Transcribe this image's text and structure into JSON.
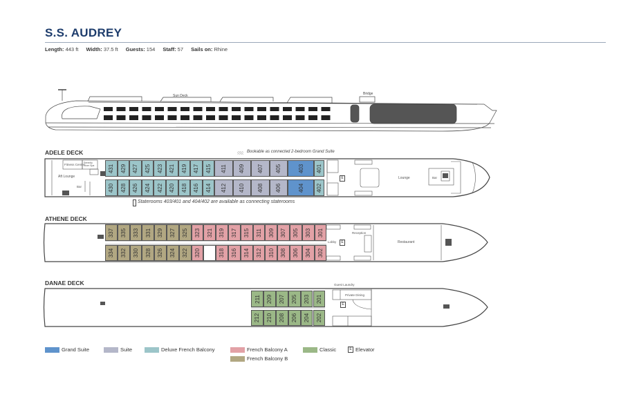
{
  "ship": {
    "name": "S.S. AUDREY",
    "specs": [
      {
        "label": "Length:",
        "value": "443 ft"
      },
      {
        "label": "Width:",
        "value": "37.5 ft"
      },
      {
        "label": "Guests:",
        "value": "154"
      },
      {
        "label": "Staff:",
        "value": "57"
      },
      {
        "label": "Sails on:",
        "value": "Rhine"
      }
    ]
  },
  "profile": {
    "sun_deck": "Sun Deck",
    "bridge": "Bridge"
  },
  "colors": {
    "grand": "#5f93cc",
    "suite": "#b4b7c9",
    "deluxe": "#9cc5c9",
    "fba": "#e2a1a6",
    "fbb": "#b1a782",
    "classic": "#9bb887"
  },
  "adele": {
    "title": "ADELE DECK",
    "bookable_note": "Bookable as connected 2-bedroom Grand Suite",
    "connecting_note": "Staterooms 403/401 and 404/402 are available as connecting staterooms",
    "rooms": {
      "fitness": "Fitness Center",
      "spa": "Serenity River Spa",
      "aft_lounge": "Aft Lounge",
      "aft_bar": "Bar",
      "lounge": "Lounge",
      "bar": "Bar",
      "elevator": "E"
    },
    "top": [
      {
        "num": "431",
        "cat": "deluxe"
      },
      {
        "num": "429",
        "cat": "deluxe"
      },
      {
        "num": "427",
        "cat": "deluxe"
      },
      {
        "num": "425",
        "cat": "deluxe"
      },
      {
        "num": "423",
        "cat": "deluxe"
      },
      {
        "num": "421",
        "cat": "deluxe"
      },
      {
        "num": "419",
        "cat": "deluxe"
      },
      {
        "num": "417",
        "cat": "deluxe"
      },
      {
        "num": "415",
        "cat": "deluxe"
      },
      {
        "num": "411",
        "cat": "suite"
      },
      {
        "num": "409",
        "cat": "suite"
      },
      {
        "num": "407",
        "cat": "suite"
      },
      {
        "num": "405",
        "cat": "suite"
      },
      {
        "num": "403",
        "cat": "grand"
      },
      {
        "num": "401",
        "cat": "deluxe"
      }
    ],
    "bottom": [
      {
        "num": "430",
        "cat": "deluxe"
      },
      {
        "num": "428",
        "cat": "deluxe"
      },
      {
        "num": "426",
        "cat": "deluxe"
      },
      {
        "num": "424",
        "cat": "deluxe"
      },
      {
        "num": "422",
        "cat": "deluxe"
      },
      {
        "num": "420",
        "cat": "deluxe"
      },
      {
        "num": "418",
        "cat": "deluxe"
      },
      {
        "num": "416",
        "cat": "deluxe"
      },
      {
        "num": "414",
        "cat": "deluxe"
      },
      {
        "num": "412",
        "cat": "suite"
      },
      {
        "num": "410",
        "cat": "suite"
      },
      {
        "num": "408",
        "cat": "suite"
      },
      {
        "num": "406",
        "cat": "suite"
      },
      {
        "num": "404",
        "cat": "grand"
      },
      {
        "num": "402",
        "cat": "deluxe"
      }
    ]
  },
  "athene": {
    "title": "ATHENE DECK",
    "rooms": {
      "lobby": "Lobby",
      "reception": "Reception",
      "restaurant": "Restaurant",
      "elevator": "E"
    },
    "top": [
      {
        "num": "337",
        "cat": "fbb"
      },
      {
        "num": "335",
        "cat": "fbb"
      },
      {
        "num": "333",
        "cat": "fbb"
      },
      {
        "num": "331",
        "cat": "fbb"
      },
      {
        "num": "329",
        "cat": "fbb"
      },
      {
        "num": "327",
        "cat": "fbb"
      },
      {
        "num": "325",
        "cat": "fbb"
      },
      {
        "num": "323",
        "cat": "fba"
      },
      {
        "num": "321",
        "cat": "fba"
      },
      {
        "num": "319",
        "cat": "fba"
      },
      {
        "num": "317",
        "cat": "fba"
      },
      {
        "num": "315",
        "cat": "fba"
      },
      {
        "num": "311",
        "cat": "fba"
      },
      {
        "num": "309",
        "cat": "fba"
      },
      {
        "num": "307",
        "cat": "fba"
      },
      {
        "num": "305",
        "cat": "fba"
      },
      {
        "num": "303",
        "cat": "fba"
      },
      {
        "num": "301",
        "cat": "fba"
      }
    ],
    "bottom": [
      {
        "num": "334",
        "cat": "fbb"
      },
      {
        "num": "332",
        "cat": "fbb"
      },
      {
        "num": "330",
        "cat": "fbb"
      },
      {
        "num": "328",
        "cat": "fbb"
      },
      {
        "num": "326",
        "cat": "fbb"
      },
      {
        "num": "324",
        "cat": "fbb"
      },
      {
        "num": "322",
        "cat": "fbb"
      },
      {
        "num": "320",
        "cat": "fba"
      },
      {
        "num": "",
        "cat": "empty"
      },
      {
        "num": "318",
        "cat": "fba"
      },
      {
        "num": "316",
        "cat": "fba"
      },
      {
        "num": "314",
        "cat": "fba"
      },
      {
        "num": "312",
        "cat": "fba"
      },
      {
        "num": "310",
        "cat": "fba"
      },
      {
        "num": "308",
        "cat": "fba"
      },
      {
        "num": "306",
        "cat": "fba"
      },
      {
        "num": "304",
        "cat": "fba"
      },
      {
        "num": "302",
        "cat": "fba"
      }
    ]
  },
  "danae": {
    "title": "DANAE DECK",
    "rooms": {
      "laundry": "Guest Laundry",
      "dining": "Private Dining",
      "elevator": "E"
    },
    "top": [
      {
        "num": "211",
        "cat": "classic"
      },
      {
        "num": "209",
        "cat": "classic"
      },
      {
        "num": "207",
        "cat": "classic"
      },
      {
        "num": "205",
        "cat": "classic"
      },
      {
        "num": "203",
        "cat": "classic"
      },
      {
        "num": "201",
        "cat": "classic"
      }
    ],
    "bottom": [
      {
        "num": "212",
        "cat": "classic"
      },
      {
        "num": "210",
        "cat": "classic"
      },
      {
        "num": "208",
        "cat": "classic"
      },
      {
        "num": "206",
        "cat": "classic"
      },
      {
        "num": "204",
        "cat": "classic"
      },
      {
        "num": "202",
        "cat": "classic"
      }
    ]
  },
  "legend": {
    "grand": "Grand Suite",
    "suite": "Suite",
    "deluxe": "Deluxe French Balcony",
    "fba": "French Balcony A",
    "fbb": "French Balcony B",
    "classic": "Classic",
    "elevator_icon": "E",
    "elevator": "Elevator"
  }
}
